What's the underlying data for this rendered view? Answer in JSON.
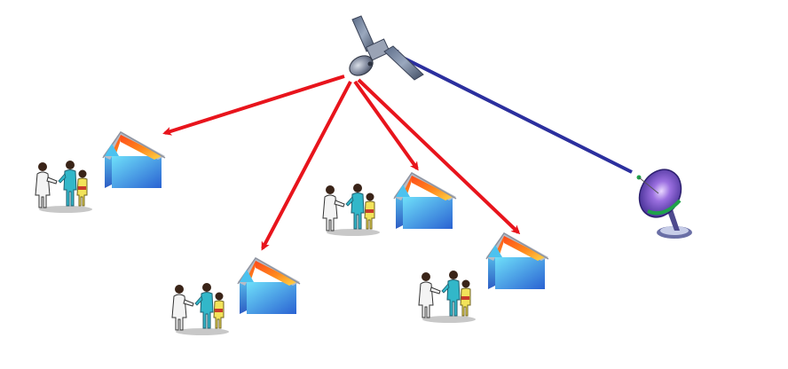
{
  "diagram": {
    "links": [
      {
        "from": "satellite",
        "to": "house-1",
        "color": "#e8141c"
      },
      {
        "from": "satellite",
        "to": "house-2",
        "color": "#e8141c"
      },
      {
        "from": "satellite",
        "to": "house-3",
        "color": "#e8141c"
      },
      {
        "from": "satellite",
        "to": "house-4",
        "color": "#e8141c"
      },
      {
        "from": "ground-dish",
        "to": "satellite",
        "color": "#2b2f9e"
      }
    ],
    "colors": {
      "downlink": "#e8141c",
      "uplink": "#2b2f9e",
      "roof_top": "#ff5a1e",
      "roof_bottom": "#ffd24a",
      "wall_top": "#5ad6f7",
      "wall_bottom": "#2a6bd6",
      "dish": "#6a3fb0"
    },
    "icons": [
      "satellite-icon",
      "house-icon",
      "family-icon",
      "satellite-dish-icon"
    ]
  }
}
